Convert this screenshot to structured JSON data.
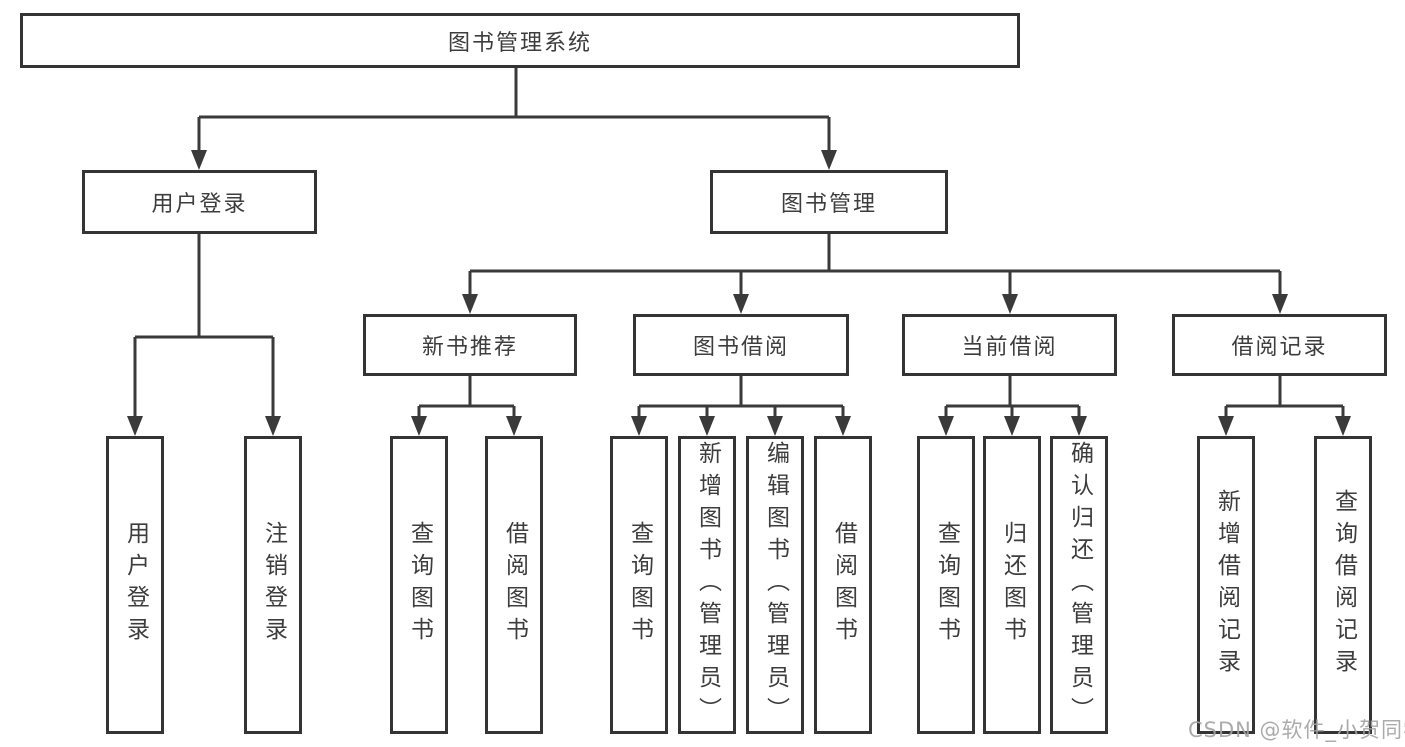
{
  "diagram": {
    "type": "tree",
    "root": {
      "label": "图书管理系统"
    },
    "branches": [
      {
        "label": "用户登录",
        "children": [
          {
            "label": "用户登录"
          },
          {
            "label": "注销登录"
          }
        ]
      },
      {
        "label": "图书管理",
        "children": [
          {
            "label": "新书推荐",
            "children": [
              {
                "label": "查询图书"
              },
              {
                "label": "借阅图书"
              }
            ]
          },
          {
            "label": "图书借阅",
            "children": [
              {
                "label": "查询图书"
              },
              {
                "label": "新增图书（管理员）"
              },
              {
                "label": "编辑图书（管理员）"
              },
              {
                "label": "借阅图书"
              }
            ]
          },
          {
            "label": "当前借阅",
            "children": [
              {
                "label": "查询图书"
              },
              {
                "label": "归还图书"
              },
              {
                "label": "确认归还（管理员）"
              }
            ]
          },
          {
            "label": "借阅记录",
            "children": [
              {
                "label": "新增借阅记录"
              },
              {
                "label": "查询借阅记录"
              }
            ]
          }
        ]
      }
    ]
  },
  "colors": {
    "line": "#3a3a3a",
    "box_border": "#343434",
    "text": "#3d3d3d",
    "watermark": "#a3a3a3"
  },
  "watermark": {
    "text": "CSDN @软件_小贺同学"
  }
}
